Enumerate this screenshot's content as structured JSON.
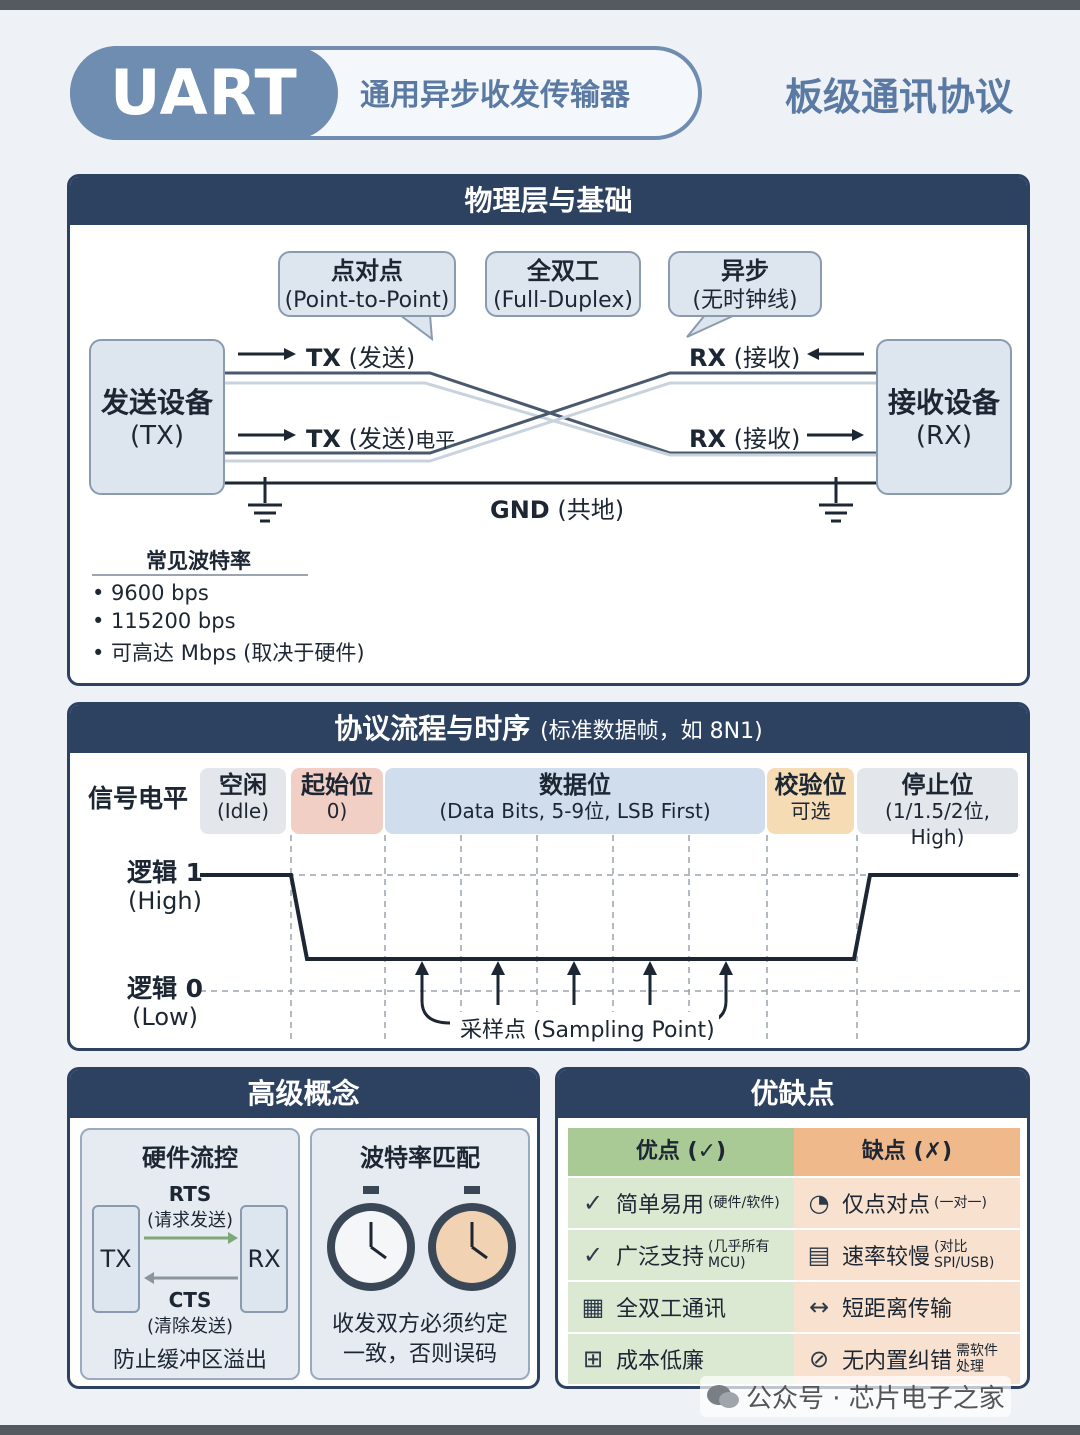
{
  "header": {
    "title": "UART",
    "subtitle": "通用异步收发传输器",
    "right": "板级通讯协议"
  },
  "physical": {
    "title": "物理层与基础",
    "bubbles": [
      {
        "main": "点对点",
        "sub": "(Point-to-Point)"
      },
      {
        "main": "全双工",
        "sub": "(Full-Duplex)"
      },
      {
        "main": "异步",
        "sub": "(无时钟线)"
      }
    ],
    "sender": {
      "main": "发送设备",
      "sub": "(TX)"
    },
    "receiver": {
      "main": "接收设备",
      "sub": "(RX)"
    },
    "tx1": {
      "bold": "TX",
      "rest": " (发送)"
    },
    "tx2": {
      "bold": "TX",
      "rest": " (发送)",
      "extra": "电平"
    },
    "rx1": {
      "bold": "RX",
      "rest": " (接收)"
    },
    "rx2": {
      "bold": "RX",
      "rest": " (接收)"
    },
    "gnd": {
      "bold": "GND",
      "rest": " (共地)"
    },
    "baud_title": "常见波特率",
    "baud_items": [
      "• 9600 bps",
      "• 115200 bps",
      "• 可高达 Mbps (取决于硬件)"
    ]
  },
  "timing": {
    "title": "协议流程与时序",
    "title_note": "(标准数据帧，如 8N1)",
    "signal_label": "信号电平",
    "segments": [
      {
        "main": "空闲",
        "sub": "(Idle)",
        "color": "#e3e6ea"
      },
      {
        "main": "起始位",
        "sub": "0)",
        "color": "#f2cfc4"
      },
      {
        "main": "数据位",
        "sub": "(Data Bits, 5-9位, LSB First)",
        "color": "#cfdded"
      },
      {
        "main": "校验位",
        "sub": "可选",
        "color": "#f6dcb4"
      },
      {
        "main": "停止位",
        "sub": "(1/1.5/2位, High)",
        "color": "#e3e6ea"
      }
    ],
    "logic1": {
      "main": "逻辑 1",
      "sub": "(High)"
    },
    "logic0": {
      "main": "逻辑 0",
      "sub": "(Low)"
    },
    "sampling": "采样点 (Sampling Point)"
  },
  "advanced": {
    "title": "高级概念",
    "flow": {
      "title": "硬件流控",
      "tx": "TX",
      "rx": "RX",
      "rts": "RTS",
      "rts_sub": "(请求发送)",
      "cts": "CTS",
      "cts_sub": "(清除发送)",
      "footer": "防止缓冲区溢出"
    },
    "baud": {
      "title": "波特率匹配",
      "line1": "收发双方必须约定",
      "line2": "一致，否则误码"
    }
  },
  "proscons": {
    "title": "优缺点",
    "pros_head": "优点 (✓)",
    "cons_head": "缺点 (✗)",
    "pros": [
      {
        "text": "简单易用",
        "note": "(硬件/软件)",
        "icon": "✓"
      },
      {
        "text": "广泛支持",
        "note": "(几乎所有 MCU)",
        "icon": "✓"
      },
      {
        "text": "全双工通讯",
        "note": "",
        "icon": "▦"
      },
      {
        "text": "成本低廉",
        "note": "",
        "icon": "⊞"
      }
    ],
    "cons": [
      {
        "text": "仅点对点",
        "note": "(一对一)",
        "icon": "◔"
      },
      {
        "text": "速率较慢",
        "note": "(对比 SPI/USB)",
        "icon": "▤"
      },
      {
        "text": "短距离传输",
        "note": "",
        "icon": "↔"
      },
      {
        "text": "无内置纠错",
        "note": "需软件 处理",
        "icon": "⊘"
      }
    ],
    "pros_color": "#dbe9d2",
    "pros_head_color": "#a9c995",
    "cons_color": "#f8e2cf",
    "cons_head_color": "#f0b98c"
  },
  "watermark": "公众号 · 芯片电子之家"
}
